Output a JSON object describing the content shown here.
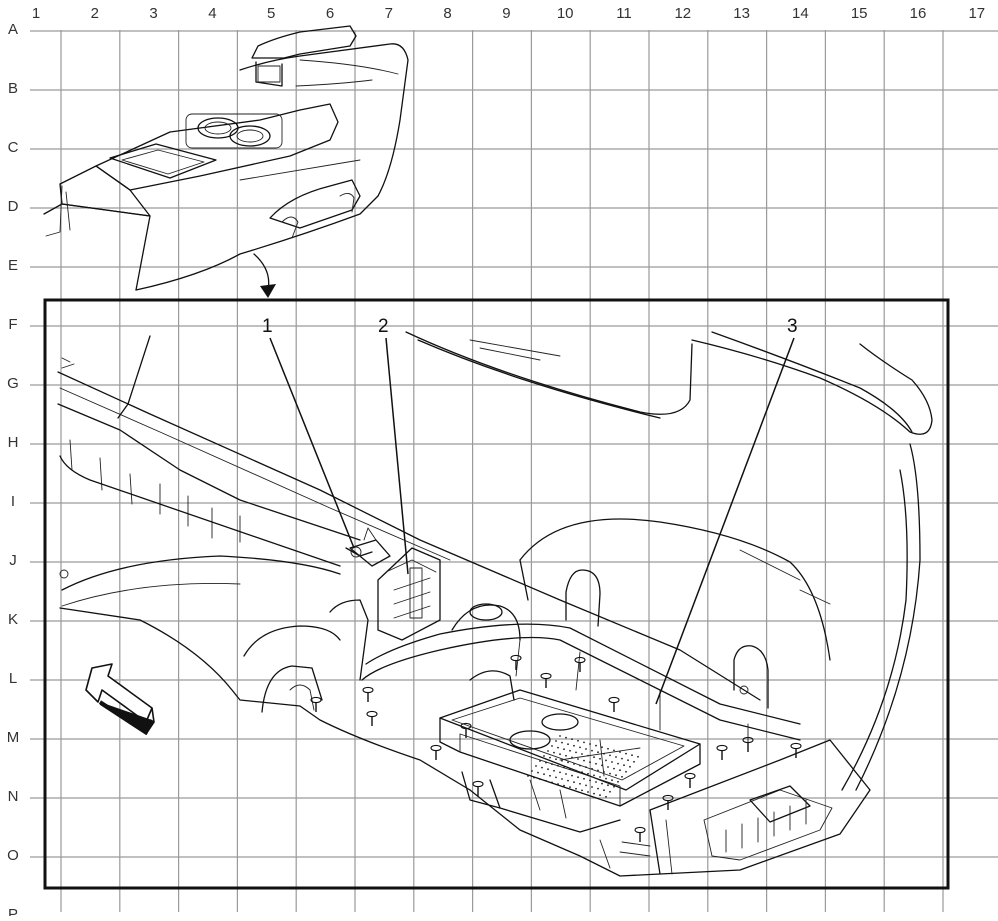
{
  "grid": {
    "columns": [
      "1",
      "2",
      "3",
      "4",
      "5",
      "6",
      "7",
      "8",
      "9",
      "10",
      "11",
      "12",
      "13",
      "14",
      "15",
      "16",
      "17"
    ],
    "rows": [
      "A",
      "B",
      "C",
      "D",
      "E",
      "F",
      "G",
      "H",
      "I",
      "J",
      "K",
      "L",
      "M",
      "N",
      "O",
      "P"
    ]
  },
  "callouts": [
    {
      "label": "1"
    },
    {
      "label": "2"
    },
    {
      "label": "3"
    }
  ],
  "icons": {
    "overview": "console-overview-icon",
    "view_arrow": "view-direction-arrow-icon",
    "front_arrow": "front-direction-arrow-icon"
  }
}
